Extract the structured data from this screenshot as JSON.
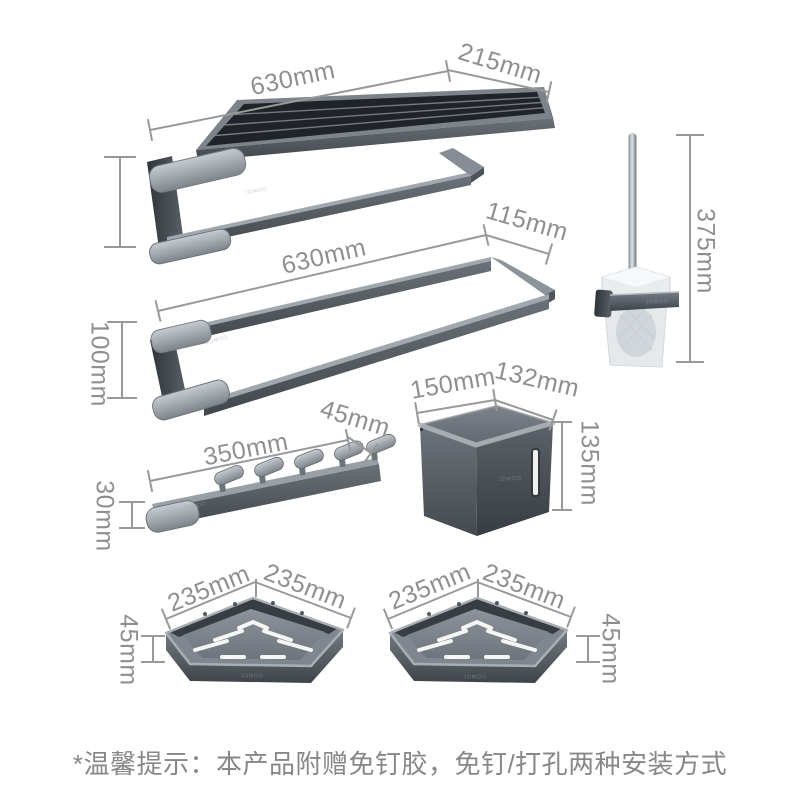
{
  "note": "*温馨提示：本产品附赠免钉胶，免钉/打孔两种安装方式",
  "brand": "JOMOO",
  "colors": {
    "background": "#ffffff",
    "dim_line": "#999999",
    "dim_text": "#8f8f8f",
    "note_text": "#878787",
    "metal_light": "#b7bcc1",
    "metal_mid": "#61676e",
    "metal_dark": "#44494f"
  },
  "products": {
    "towel_shelf_rack": {
      "length": "630mm",
      "depth": "215mm"
    },
    "double_towel_bar": {
      "length": "630mm",
      "depth": "115mm",
      "height": "100mm"
    },
    "toilet_brush_holder": {
      "height": "375mm"
    },
    "hook_row": {
      "length": "350mm",
      "depth": "45mm",
      "height": "30mm"
    },
    "tissue_box": {
      "width": "150mm",
      "depth": "132mm",
      "height": "135mm"
    },
    "corner_basket_left": {
      "side_a": "235mm",
      "side_b": "235mm",
      "height": "45mm"
    },
    "corner_basket_right": {
      "side_a": "235mm",
      "side_b": "235mm",
      "height": "45mm"
    }
  }
}
